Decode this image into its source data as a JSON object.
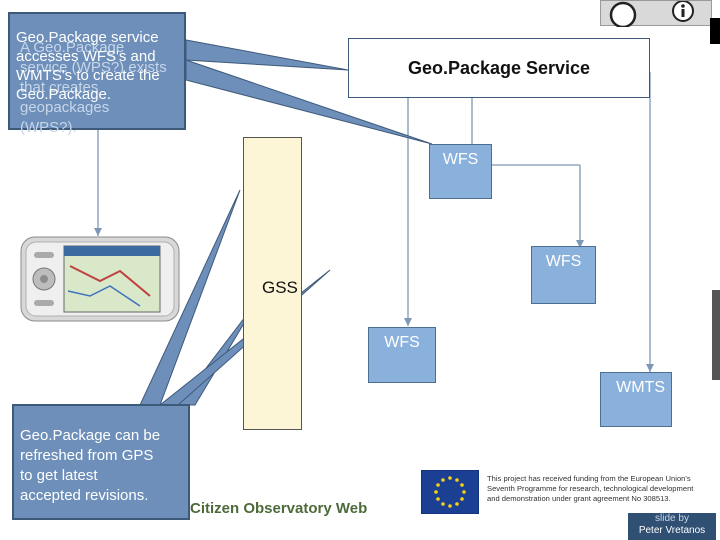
{
  "diagram": {
    "service": "Geo.Package Service",
    "gss": "GSS",
    "wfs1": "WFS",
    "wfs2": "WFS",
    "wfs3": "WFS",
    "wmts": "WMTS"
  },
  "callout_top": {
    "layer1": {
      "line1": "Geo.Package service",
      "line2": "accesses WFS's and",
      "line3": "WMTS's to create the",
      "line4": "Geo.Package."
    },
    "layer2": {
      "line1": "A Geo.Package",
      "line2": "service (WPS?) exists",
      "line3": "that creates",
      "line4": "geopackages",
      "line5": "(WPS?)."
    }
  },
  "callout_bottom": {
    "line1": "Geo.Package can be",
    "line2": "refreshed from GPS",
    "line3": "to get latest",
    "line4": "accepted revisions."
  },
  "footer": {
    "project": "Citizen Observatory Web",
    "eu_notice_1": "This project has received funding from the European Union's",
    "eu_notice_2": "Seventh Programme for research, technological development",
    "eu_notice_3": "and demonstration under grant agreement No 308513.",
    "credit_1": "slide by",
    "credit_2": "Peter Vretanos"
  },
  "colors": {
    "accent_blue": "#8ab0dc",
    "callout_blue": "#6d8fb9",
    "gss_fill": "#fcf6d6",
    "footer_green": "#4d6a3a"
  },
  "icons": {
    "top_right": [
      "cc-icon",
      "info-icon"
    ],
    "device": "smartphone-icon",
    "eu_flag": "eu-flag-icon"
  }
}
